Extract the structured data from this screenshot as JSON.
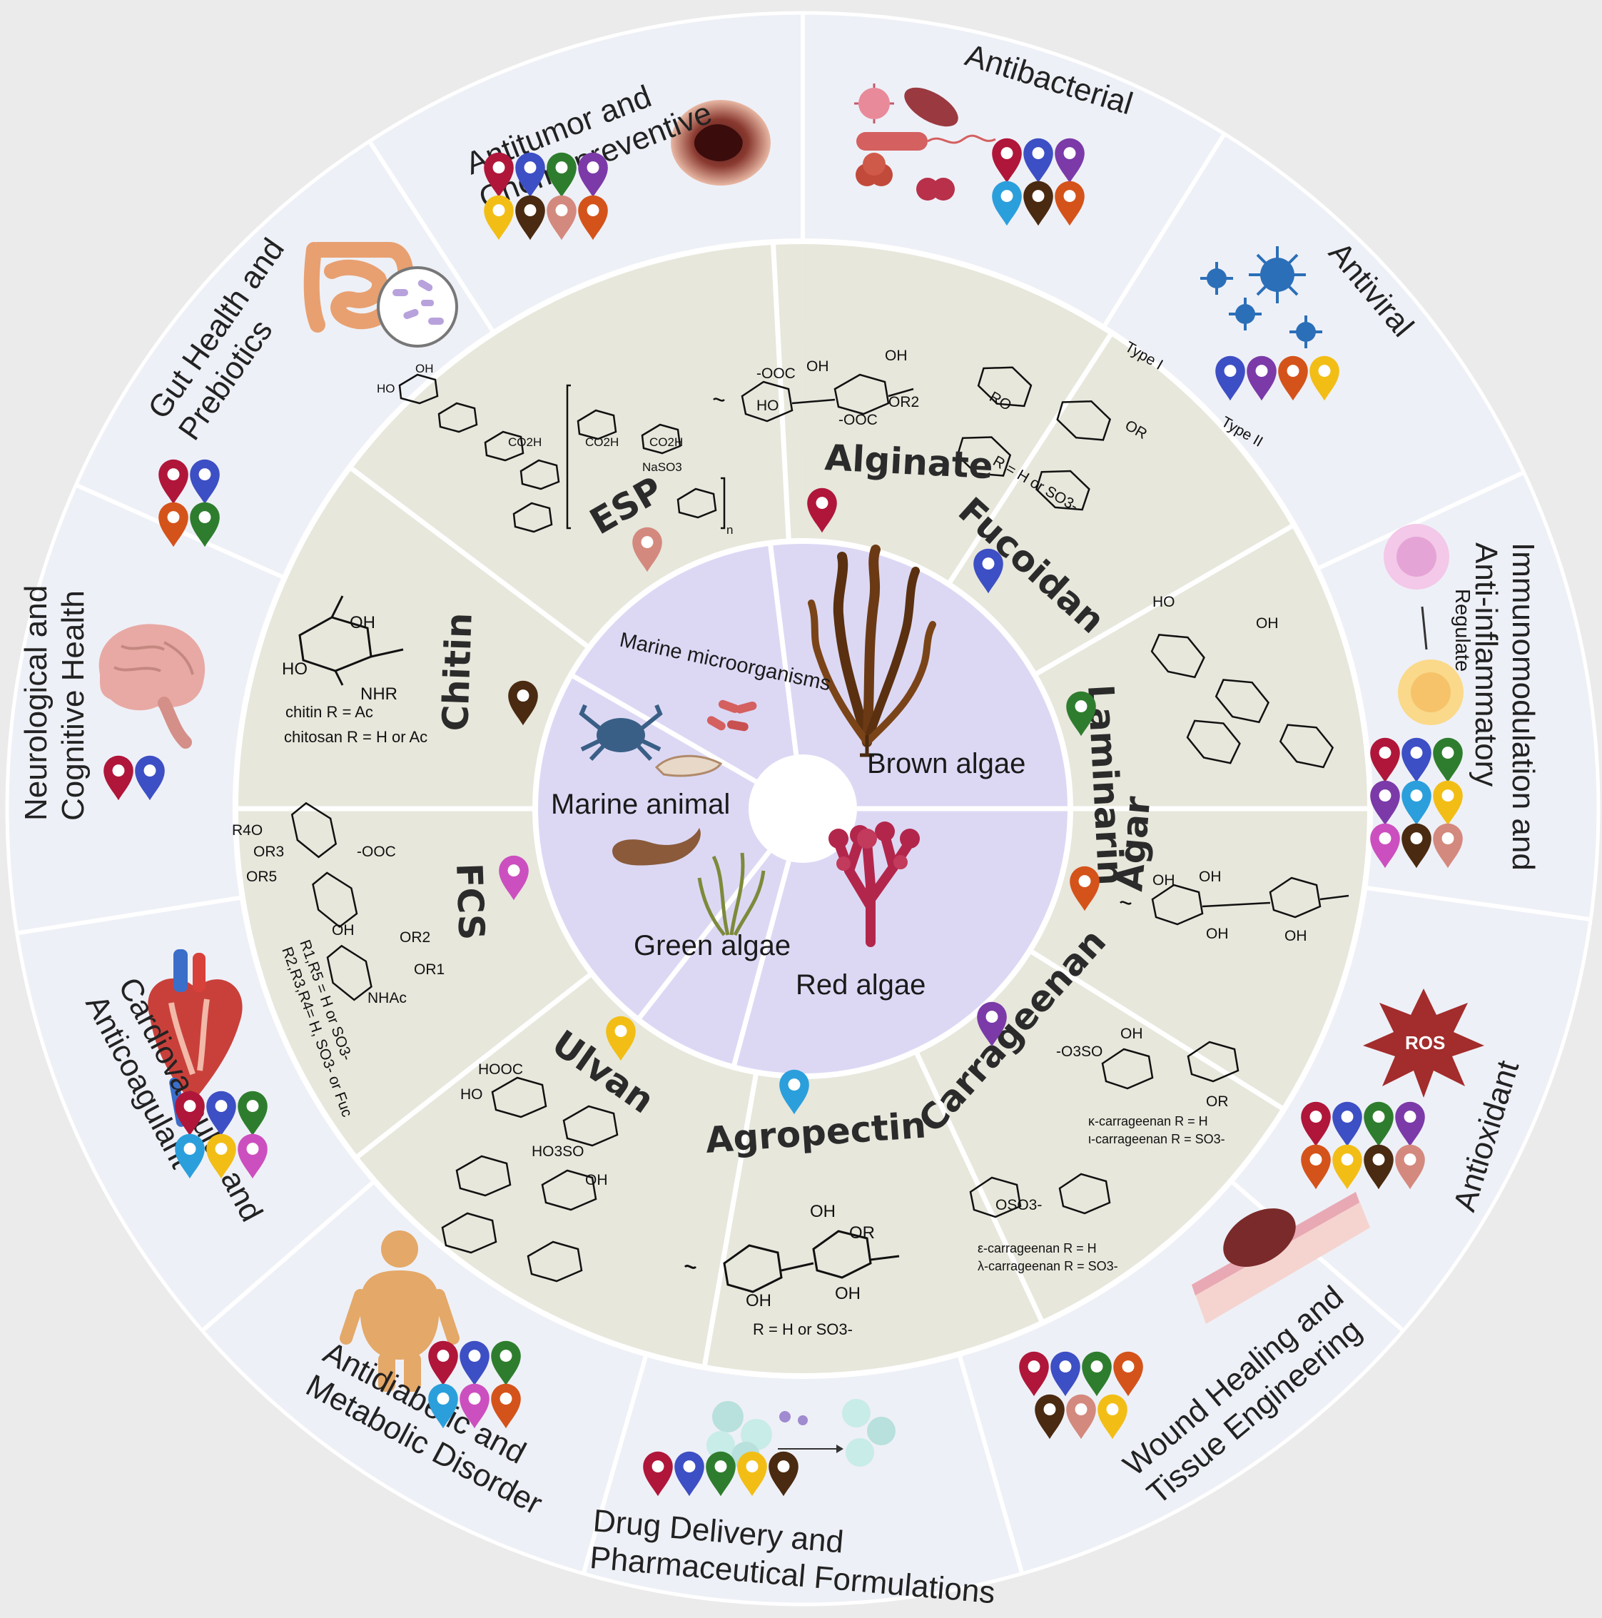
{
  "colors": {
    "background": "#ebebeb",
    "outer_ring": "#eef0f7",
    "middle_ring": "#e7e7dc",
    "inner_ring": "#dcd8f4",
    "divider": "#ffffff",
    "brown_algae": "#5a3010",
    "red_algae": "#b3264c",
    "green_algae": "#7d8a3a",
    "crab": "#3a5f86",
    "ros": "#a32c2c"
  },
  "pin_colors": {
    "red": "#b0163a",
    "blue": "#3d4fc4",
    "green": "#2e7d2e",
    "purple": "#7b3aa8",
    "yellow": "#f2be16",
    "brown": "#4a2a10",
    "pink": "#d4897e",
    "orange": "#d4531a",
    "skyblue": "#2b9fdc",
    "magenta": "#cc4fbf"
  },
  "sources": [
    {
      "label": "Brown algae",
      "icon": "kelp-icon"
    },
    {
      "label": "Red algae",
      "icon": "red-seaweed-icon"
    },
    {
      "label": "Green algae",
      "icon": "green-seaweed-icon"
    },
    {
      "label": "Marine animal",
      "icon": "crab-shrimp-icon"
    },
    {
      "label": "Marine microorganisms",
      "icon": "bacteria-icon"
    }
  ],
  "polysaccharides": [
    {
      "label": "Alginate",
      "pin": "red"
    },
    {
      "label": "Fucoidan",
      "pin": "blue"
    },
    {
      "label": "Laminarin",
      "pin": "green"
    },
    {
      "label": "Agar",
      "pin": "orange"
    },
    {
      "label": "Carrageenan",
      "pin": "purple"
    },
    {
      "label": "Agropectin",
      "pin": "skyblue"
    },
    {
      "label": "Ulvan",
      "pin": "yellow"
    },
    {
      "label": "FCS",
      "pin": "magenta"
    },
    {
      "label": "Chitin",
      "pin": "brown"
    },
    {
      "label": "ESP",
      "pin": "pink"
    }
  ],
  "chem_labels": {
    "alginate": [
      "-OOC",
      "OH",
      "HO",
      "OH",
      "OR2",
      "-OOC"
    ],
    "fucoidan": [
      "Type I",
      "Type II",
      "RO",
      "OR",
      "R = H or SO3-"
    ],
    "chitin": [
      "OH",
      "HO",
      "NHR",
      "chitin R = Ac",
      "chitosan R = H or Ac"
    ],
    "fcs": [
      "R4O",
      "OR3",
      "OR5",
      "-OOC",
      "OH",
      "OR2",
      "OR1",
      "NHAc",
      "R1,R5 = H or SO3-",
      "R2,R3,R4= H, SO3- or Fuc"
    ],
    "agar": [
      "OH",
      "OH",
      "OH",
      "OH"
    ],
    "carrageenan": [
      "-O3SO",
      "OH",
      "OR",
      "κ-carrageenan R = H",
      "ι-carrageenan R = SO3-",
      "OSO3-",
      "ε-carrageenan R = H",
      "λ-carrageenan R = SO3-"
    ],
    "agropectin": [
      "OH",
      "OR",
      "OH",
      "OH",
      "R = H or SO3-"
    ],
    "ulvan": [
      "HOOC",
      "HO",
      "HO3SO",
      "OH"
    ],
    "laminarin": [
      "HO",
      "OH"
    ],
    "esp": [
      "HO",
      "OH",
      "CO2H",
      "NaSO3",
      "n"
    ]
  },
  "activities": [
    {
      "lines": [
        "Antibacterial"
      ],
      "pins": [
        "red",
        "blue",
        "purple",
        "skyblue",
        "brown",
        "orange"
      ],
      "icon": "bacteria-icon"
    },
    {
      "lines": [
        "Antiviral"
      ],
      "pins": [
        "blue",
        "purple",
        "orange",
        "yellow"
      ],
      "icon": "virus-icon"
    },
    {
      "lines": [
        "Immunomodulation and",
        "Anti-inflammatory"
      ],
      "pins": [
        "red",
        "blue",
        "green",
        "purple",
        "skyblue",
        "yellow",
        "magenta",
        "brown",
        "pink"
      ],
      "icon": "immune-cell-icon",
      "note": "Regulate"
    },
    {
      "lines": [
        "Antioxidant"
      ],
      "pins": [
        "red",
        "blue",
        "green",
        "purple",
        "orange",
        "yellow",
        "brown",
        "pink"
      ],
      "icon": "ros-icon",
      "note": "ROS"
    },
    {
      "lines": [
        "Wound Healing and",
        "Tissue Engineering"
      ],
      "pins": [
        "red",
        "blue",
        "green",
        "orange",
        "brown",
        "pink",
        "yellow"
      ],
      "icon": "skin-wound-icon"
    },
    {
      "lines": [
        "Drug Delivery and",
        "Pharmaceutical Formulations"
      ],
      "pins": [
        "red",
        "blue",
        "green",
        "yellow",
        "brown"
      ],
      "icon": "nanoparticle-icon"
    },
    {
      "lines": [
        "Antidiabetic and",
        "Metabolic Disorder"
      ],
      "pins": [
        "red",
        "blue",
        "green",
        "skyblue",
        "magenta",
        "orange"
      ],
      "icon": "person-icon"
    },
    {
      "lines": [
        "Cardiovascular and",
        "Anticoagulant"
      ],
      "pins": [
        "red",
        "blue",
        "green",
        "skyblue",
        "yellow",
        "magenta"
      ],
      "icon": "heart-icon"
    },
    {
      "lines": [
        "Neurological and",
        "Cognitive Health"
      ],
      "pins": [
        "red",
        "blue"
      ],
      "icon": "brain-icon"
    },
    {
      "lines": [
        "Gut Health and",
        "Prebiotics"
      ],
      "pins": [
        "red",
        "blue",
        "orange",
        "green"
      ],
      "icon": "intestine-icon"
    },
    {
      "lines": [
        "Antitumor and",
        "Chemopreventive"
      ],
      "pins": [
        "red",
        "blue",
        "green",
        "purple",
        "yellow",
        "brown",
        "pink",
        "orange"
      ],
      "icon": "tumor-icon"
    }
  ]
}
